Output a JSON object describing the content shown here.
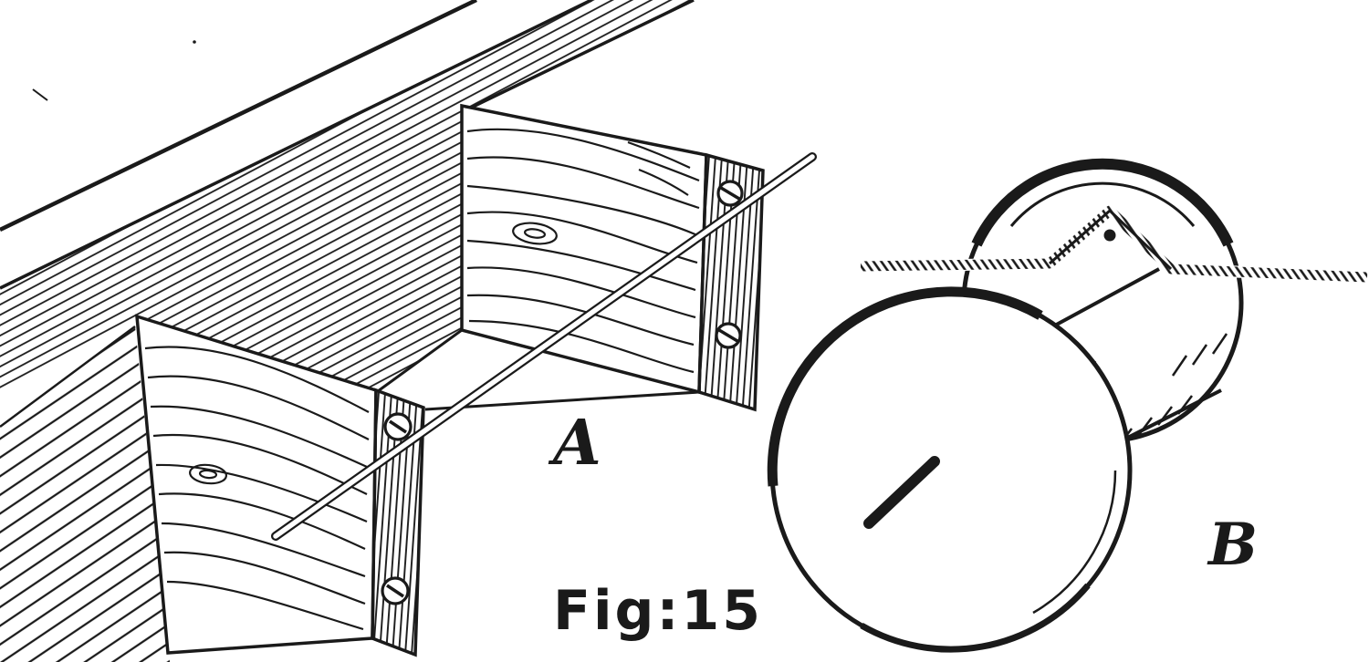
{
  "figure": {
    "caption": "Fig:15",
    "label_a": "A",
    "label_b": "B"
  },
  "colors": {
    "ink": "#1a1a1a",
    "paper": "#ffffff"
  }
}
